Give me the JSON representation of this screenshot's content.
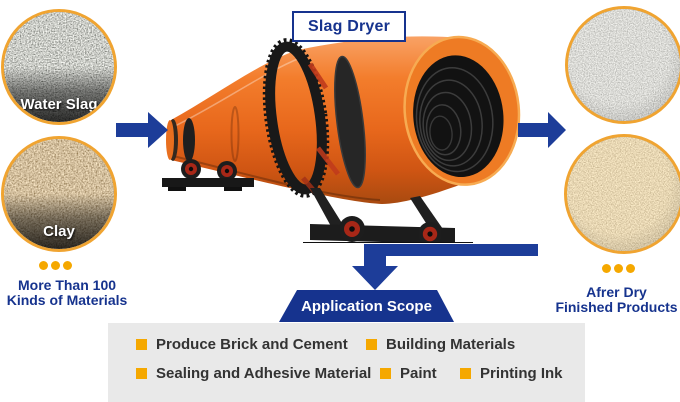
{
  "title": "Slag Dryer",
  "input_section": {
    "circles": [
      {
        "label": "Water Slag"
      },
      {
        "label": "Clay"
      }
    ],
    "caption": [
      "More Than 100",
      "Kinds of Materials"
    ]
  },
  "output_section": {
    "caption": [
      "Afrer Dry",
      "Finished Products"
    ]
  },
  "banner": {
    "label": "Application Scope"
  },
  "applications": {
    "items": [
      "Produce Brick and Cement",
      "Building Materials",
      "Sealing and Adhesive Material",
      "Paint",
      "Printing Ink"
    ]
  },
  "icons": {
    "flow_arrow": "arrow-right-icon",
    "down_arrow": "elbow-down-arrow-icon",
    "dots": "three-dots-icon",
    "bullet": "square-bullet-icon"
  },
  "colors": {
    "navy": "#16338e",
    "arrow_blue": "#1d3d99",
    "ring_gold": "#f0a431",
    "dot_orange": "#f5a800",
    "panel_gray": "#e9e9e9",
    "machine_orange": "#ee7322",
    "list_text": "#333333"
  }
}
